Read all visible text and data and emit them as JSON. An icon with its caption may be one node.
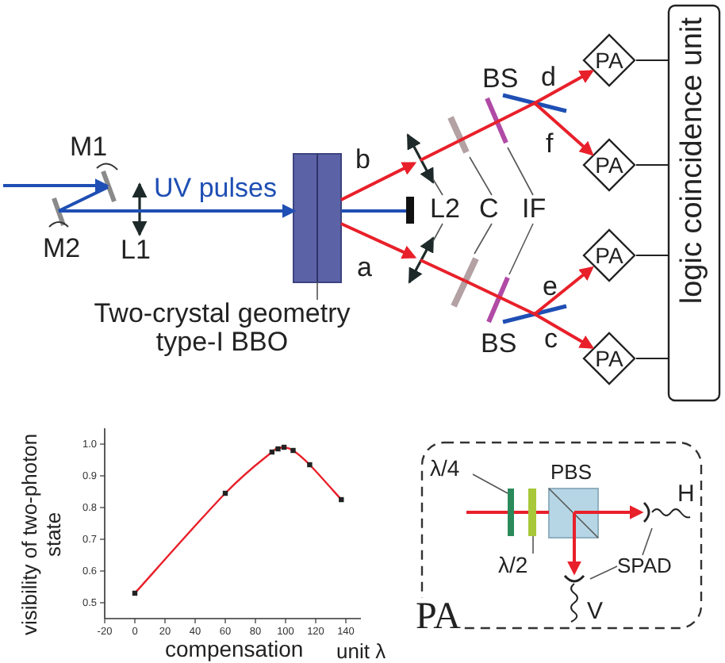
{
  "diagram": {
    "nodes": [
      {
        "text": [
          "M1"
        ]
      },
      {
        "text": [
          "M2"
        ]
      },
      {
        "text": [
          "L1"
        ]
      },
      {
        "text": [],
        "shape": "box"
      },
      {
        "text": [
          "Two-crystal geometry type-I BBO"
        ]
      },
      {
        "text": [],
        "shape": "bar"
      },
      {
        "text": [
          "L2"
        ]
      },
      {
        "text": [],
        "shape": "lens"
      },
      {
        "text": [],
        "shape": "lens"
      },
      {
        "text": [
          "C"
        ]
      },
      {
        "text": [],
        "shape": "bar"
      },
      {
        "text": [],
        "shape": "bar"
      },
      {
        "text": [
          "IF"
        ]
      },
      {
        "text": [],
        "shape": "bar"
      },
      {
        "text": [],
        "shape": "bar"
      },
      {
        "text": [
          "BS"
        ]
      },
      {
        "text": [
          "BS"
        ]
      },
      {
        "text": [
          "PA"
        ]
      },
      {
        "text": [
          "PA"
        ]
      },
      {
        "text": [
          "PA"
        ]
      },
      {
        "text": [
          "PA"
        ]
      },
      {
        "text": [
          "logic coincidence unit"
        ]
      },
      {
        "text": [
          "PA"
        ]
      },
      {
        "text": [
          "λ/4"
        ],
        "in": 22
      },
      {
        "text": [],
        "shape": "bar",
        "in": 22
      },
      {
        "text": [
          "λ/2"
        ],
        "in": 22
      },
      {
        "text": [],
        "shape": "bar",
        "in": 22
      },
      {
        "text": [
          "PBS"
        ],
        "in": 22
      },
      {
        "text": [
          "H"
        ],
        "in": 22
      },
      {
        "text": [
          "V"
        ],
        "in": 22
      },
      {
        "text": [
          "SPAD"
        ],
        "in": 22
      }
    ],
    "edges": [
      {
        "from": null,
        "to": 0,
        "arrow": "to",
        "color": "#1f4fb4"
      },
      {
        "from": 0,
        "to": 1,
        "arrow": "none",
        "color": "#1f4fb4"
      },
      {
        "from": 1,
        "to": 2,
        "arrow": "none",
        "color": "#1f4fb4"
      },
      {
        "from": 2,
        "to": 3,
        "arrow": "to",
        "label": "UV pulses",
        "color": "#1f4fb4"
      },
      {
        "from": 3,
        "to": 5,
        "arrow": "none",
        "color": "#1f4fb4"
      },
      {
        "from": 3,
        "to": 7,
        "arrow": "to",
        "label": "b"
      },
      {
        "from": 7,
        "to": 10,
        "arrow": "none"
      },
      {
        "from": 10,
        "to": 13,
        "arrow": "none"
      },
      {
        "from": 13,
        "to": 15,
        "arrow": "none"
      },
      {
        "from": 15,
        "to": 17,
        "arrow": "to",
        "label": "d"
      },
      {
        "from": 15,
        "to": 18,
        "arrow": "to",
        "label": "f"
      },
      {
        "from": 3,
        "to": 8,
        "arrow": "to",
        "label": "a"
      },
      {
        "from": 8,
        "to": 11,
        "arrow": "none"
      },
      {
        "from": 11,
        "to": 14,
        "arrow": "none"
      },
      {
        "from": 14,
        "to": 16,
        "arrow": "none"
      },
      {
        "from": 16,
        "to": 19,
        "arrow": "to",
        "label": "e"
      },
      {
        "from": 16,
        "to": 20,
        "arrow": "to",
        "label": "c"
      },
      {
        "from": 17,
        "to": 21,
        "arrow": "none",
        "color": "#222222"
      },
      {
        "from": 18,
        "to": 21,
        "arrow": "none",
        "color": "#222222"
      },
      {
        "from": 19,
        "to": 21,
        "arrow": "none",
        "color": "#222222"
      },
      {
        "from": 20,
        "to": 21,
        "arrow": "none",
        "color": "#222222"
      },
      {
        "from": 4,
        "to": 3,
        "arrow": "none",
        "color": "#555555"
      },
      {
        "from": 6,
        "to": 7,
        "arrow": "none",
        "color": "#555555"
      },
      {
        "from": 6,
        "to": 8,
        "arrow": "none",
        "color": "#555555"
      },
      {
        "from": 9,
        "to": 10,
        "arrow": "none",
        "color": "#555555"
      },
      {
        "from": 9,
        "to": 11,
        "arrow": "none",
        "color": "#555555"
      },
      {
        "from": 12,
        "to": 13,
        "arrow": "none",
        "color": "#555555"
      },
      {
        "from": 12,
        "to": 14,
        "arrow": "none",
        "color": "#555555"
      },
      {
        "from": null,
        "to": 24,
        "arrow": "none"
      },
      {
        "from": 24,
        "to": 26,
        "arrow": "none"
      },
      {
        "from": 26,
        "to": 27,
        "arrow": "none"
      },
      {
        "from": 27,
        "to": 28,
        "arrow": "to"
      },
      {
        "from": 27,
        "to": 29,
        "arrow": "to"
      },
      {
        "from": 23,
        "to": 24,
        "arrow": "none",
        "color": "#555555"
      },
      {
        "from": 25,
        "to": 26,
        "arrow": "none",
        "color": "#555555"
      },
      {
        "from": 30,
        "to": 28,
        "arrow": "none",
        "color": "#555555"
      },
      {
        "from": 30,
        "to": 29,
        "arrow": "none",
        "color": "#555555"
      }
    ],
    "labels": [
      "unit λ"
    ],
    "chart_data": {
      "type": "line",
      "xlabel": "compensation",
      "ylabel": "visibility of two-photon state",
      "x": [
        0,
        60,
        91,
        95,
        99,
        105,
        116,
        137
      ],
      "series": [
        {
          "color": "#e8202a",
          "marker": "square",
          "values": [
            0.53,
            0.845,
            0.975,
            0.985,
            0.99,
            0.98,
            0.935,
            0.825
          ]
        }
      ],
      "xlim": [
        -20,
        150
      ],
      "ylim": [
        0.45,
        1.05
      ],
      "xticks": [
        -20,
        0,
        20,
        40,
        60,
        80,
        100,
        120,
        140
      ],
      "yticks": [
        {
          "value": 0.5,
          "label": "0.5"
        },
        {
          "value": 0.6,
          "label": "0.6"
        },
        {
          "value": 0.7,
          "label": "0.7"
        },
        {
          "value": 0.8,
          "label": "0.8"
        },
        {
          "value": 0.9,
          "label": "0.9"
        },
        {
          "value": 1.0,
          "label": "1.0"
        }
      ]
    }
  }
}
